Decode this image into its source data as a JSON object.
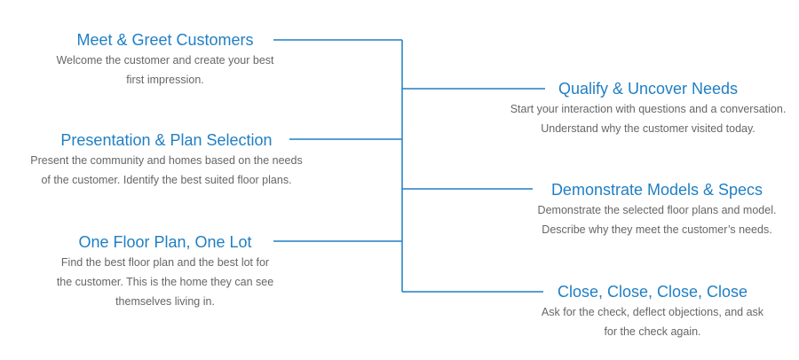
{
  "accent_color": "#1f7fc4",
  "text_color": "#666666",
  "steps": [
    {
      "title": "Meet & Greet Customers",
      "desc": [
        "Welcome the customer and create your best",
        "first impression."
      ]
    },
    {
      "title": "Qualify & Uncover Needs",
      "desc": [
        "Start your interaction with questions and a conversation.",
        "Understand why the customer visited today."
      ]
    },
    {
      "title": "Presentation & Plan Selection",
      "desc": [
        "Present the community and homes based on the needs",
        "of the customer. Identify the best suited floor plans."
      ]
    },
    {
      "title": "Demonstrate Models & Specs",
      "desc": [
        "Demonstrate the selected floor plans and model.",
        "Describe why they meet the customer’s needs."
      ]
    },
    {
      "title": "One Floor Plan, One Lot",
      "desc": [
        "Find the best floor plan and the best lot for",
        "the customer. This is the home they can see",
        "themselves living in."
      ]
    },
    {
      "title": "Close, Close, Close, Close",
      "desc": [
        "Ask for the check, deflect objections, and ask",
        "for the check again."
      ]
    }
  ]
}
